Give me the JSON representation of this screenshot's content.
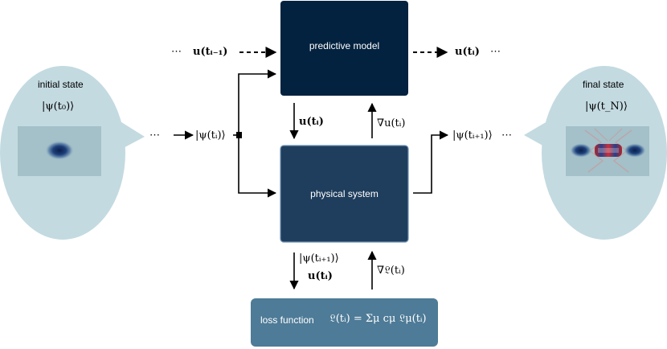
{
  "boxes": {
    "predictive_model": "predictive model",
    "physical_system": "physical system",
    "loss_function": "loss function",
    "loss_formula": "𝔏(tᵢ) = Σμ cμ 𝔏μ(tᵢ)"
  },
  "bubbles": {
    "initial_title": "initial state",
    "initial_state": "|ψ(t₀)⟩",
    "final_title": "final state",
    "final_state": "|ψ(t_N)⟩"
  },
  "labels": {
    "u_prev": "u(tᵢ₋₁)",
    "u_next": "u(tᵢ)",
    "u_down": "u(tᵢ)",
    "grad_u": "∇u(tᵢ)",
    "psi_in": "|ψ(tᵢ)⟩",
    "psi_out": "|ψ(tᵢ₊₁)⟩",
    "psi_to_loss": "|ψ(tᵢ₊₁)⟩",
    "u_to_loss": "u(tᵢ)",
    "grad_loss": "∇𝔏(tᵢ)",
    "dots_left_top": "⋯",
    "dots_right_top": "⋯",
    "dots_left_mid": "⋯",
    "dots_right_mid": "⋯"
  },
  "colors": {
    "predictive_model": "#03223f",
    "physical_system": "#1f3d5c",
    "loss_function": "#4e7b97",
    "bubble": "#c3dae0",
    "plot_bg": "#a4c0c8"
  }
}
